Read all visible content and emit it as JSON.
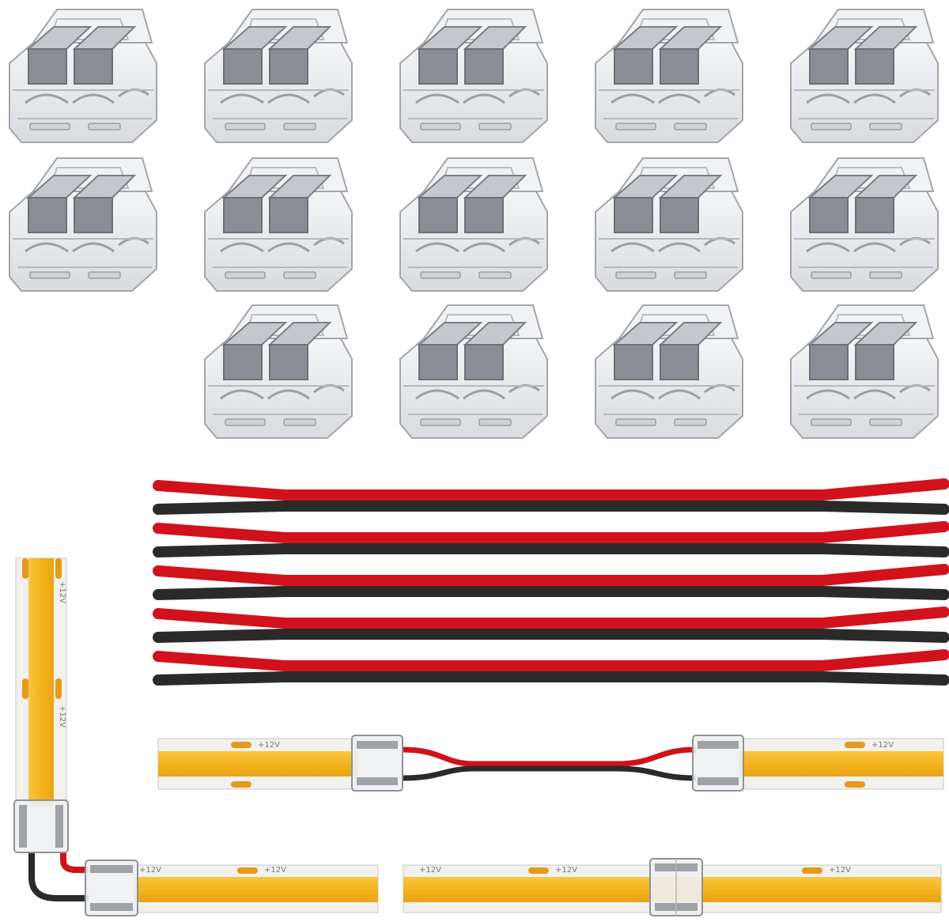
{
  "product": {
    "connector_count": 14,
    "wire_pair_count": 5,
    "strip_label": "+12V",
    "strip_minus": "−"
  },
  "colors": {
    "wire_red": "#d1121b",
    "wire_black": "#2a2a2a",
    "strip_yellow": "#f4b41e",
    "strip_pad": "#e49a1a",
    "connector_body": "#e9eaec",
    "connector_edge": "#9c9fa4",
    "connector_clip": "#7b7e84"
  }
}
